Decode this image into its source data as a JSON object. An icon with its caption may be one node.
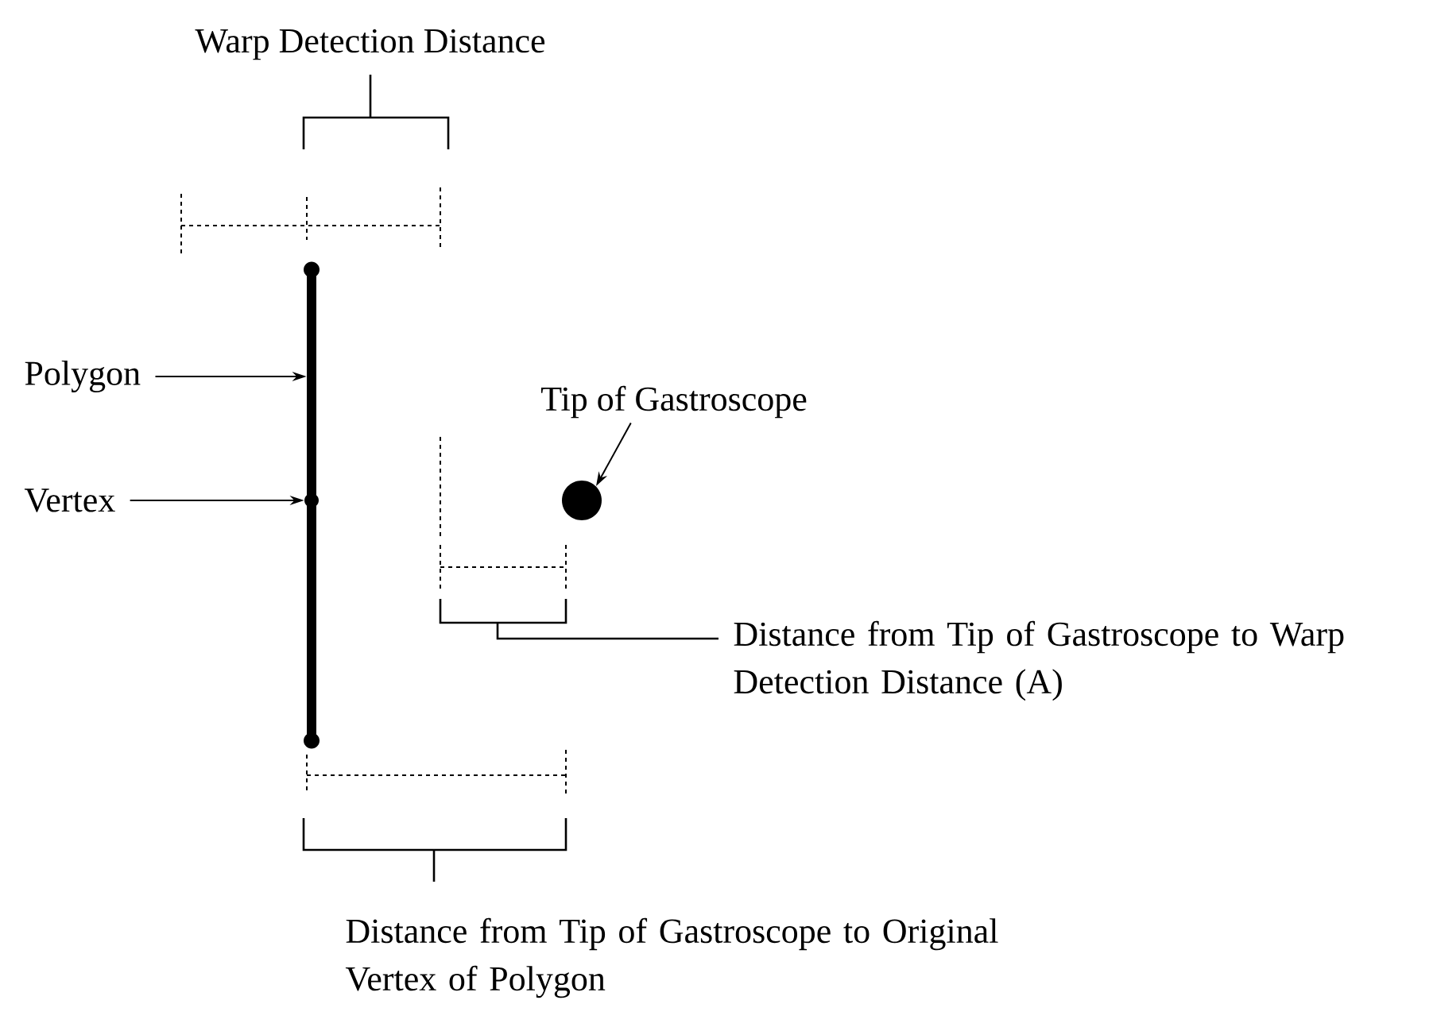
{
  "diagram": {
    "nodes": [
      {
        "text": [
          "Polygon"
        ]
      },
      {
        "text": [],
        "shape": "line"
      },
      {
        "text": [
          "Vertex"
        ]
      },
      {
        "text": [],
        "shape": "circle"
      },
      {
        "text": [
          "Tip of Gastroscope"
        ]
      },
      {
        "text": [],
        "shape": "circle"
      }
    ],
    "edges": [
      {
        "from": 0,
        "to": 1,
        "arrow": "to"
      },
      {
        "from": 2,
        "to": 3,
        "arrow": "to"
      },
      {
        "from": 4,
        "to": 5,
        "arrow": "to"
      }
    ],
    "labels": [
      "Warp Detection Distance",
      "Distance from Tip of Gastroscope to Warp Detection Distance (A)",
      "Distance from Tip of Gastroscope to Original Vertex of Polygon"
    ]
  }
}
